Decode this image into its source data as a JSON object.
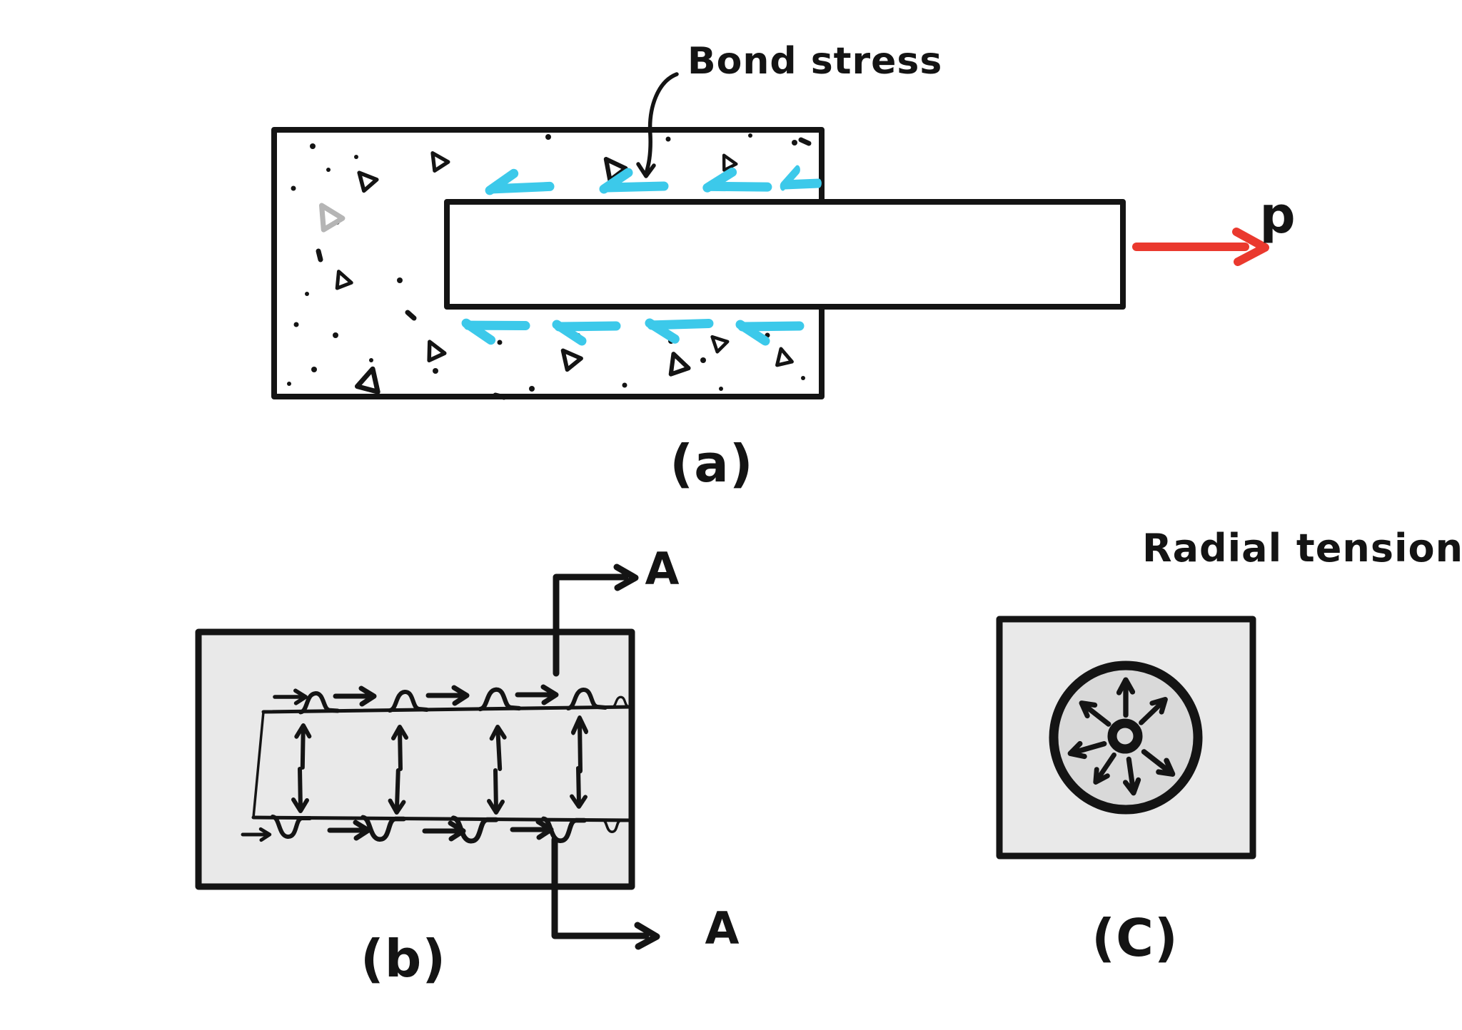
{
  "colors": {
    "ink": "#141414",
    "bond_stress_highlight": "#3CC9EA",
    "applied_force_red": "#EA392E",
    "concrete_fill": "#E9E9E9",
    "bar_cross_section_fill": "#D9D9D9",
    "aggregate_gray": "#B5B5B5",
    "background": "#FFFFFF"
  },
  "part_a": {
    "caption": "(a)",
    "bond_stress_label": "Bond stress",
    "applied_force_label": "p",
    "top_bond_stress_arrows": 4,
    "bottom_bond_stress_arrows": 4
  },
  "part_b": {
    "caption": "(b)",
    "section_label_top": "A",
    "section_label_bottom": "A",
    "top_bearing_arrows": 4,
    "bottom_bearing_arrows": 4,
    "upward_radial_arrows": 4,
    "downward_radial_arrows": 4
  },
  "part_c": {
    "caption": "(C)",
    "label": "Radial tension",
    "radial_arrow_count": 7
  }
}
